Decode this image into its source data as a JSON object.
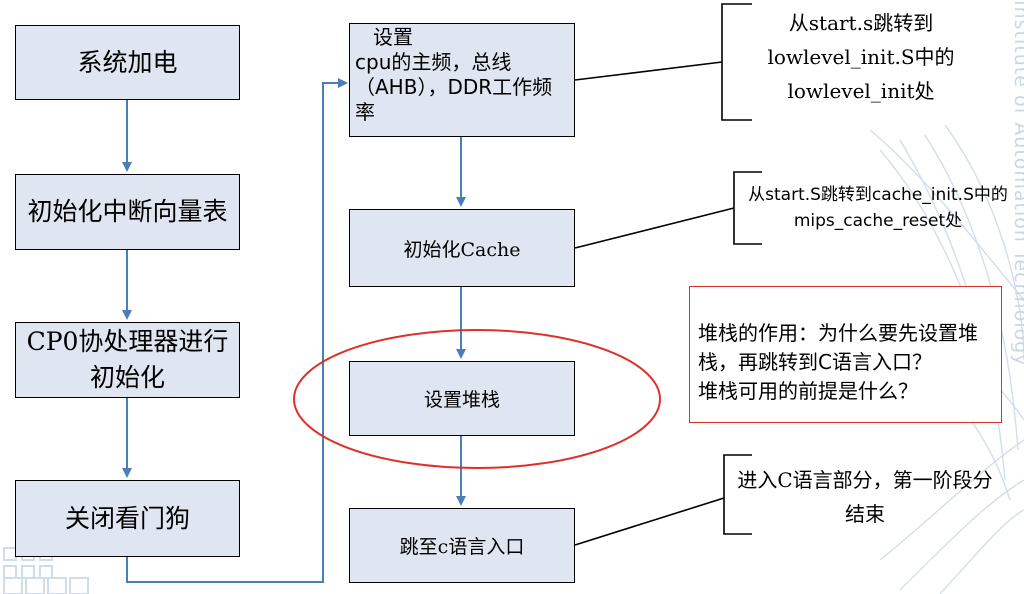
{
  "diagram": {
    "left_steps": [
      "系统加电",
      "初始化中断向量表",
      "CP0协处理器进行初始化",
      "关闭看门狗"
    ],
    "freq_step": {
      "line1": "设置",
      "rest": "cpu的主频，总线（AHB），DDR工作频率"
    },
    "cache_step": "初始化Cache",
    "stack_step": "设置堆栈",
    "jump_step": "跳至c语言入口",
    "notes": {
      "freq_note": "从start.s跳转到lowlevel_init.S中的lowlevel_init处",
      "cache_note": "从start.S跳转到cache_init.S中的mips_cache_reset处",
      "end_note": "进入C语言部分，第一阶段分结束"
    },
    "question": "堆栈的作用：为什么要先设置堆栈，再跳转到C语言入口？\n堆栈可用的前提是什么？"
  },
  "watermark": {
    "text": "Institute of Automation Technology"
  },
  "colors": {
    "box_fill": "#dfe5f1",
    "arrow": "#4a7ebb",
    "highlight_ellipse": "#e0302a",
    "question_border": "#d9312b",
    "watermark": "#c9d6e7"
  }
}
